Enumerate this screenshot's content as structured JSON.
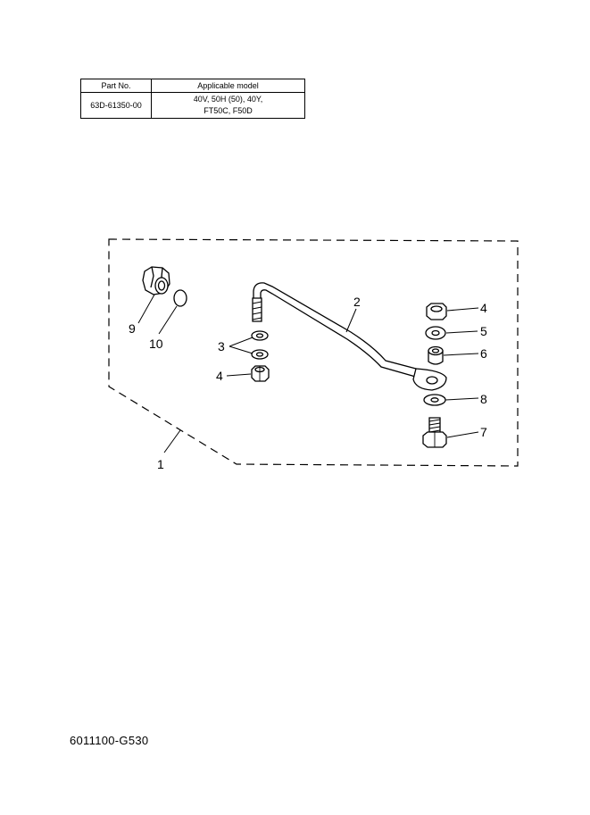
{
  "table": {
    "header_part_no": "Part No.",
    "header_model": "Applicable model",
    "rows": [
      {
        "part_no": "63D-61350-00",
        "model_line_1": "40V, 50H (50), 40Y,",
        "model_line_2": "FT50C, F50D"
      }
    ]
  },
  "callouts": {
    "c1": "1",
    "c2": "2",
    "c3": "3",
    "c4a": "4",
    "c4b": "4",
    "c5": "5",
    "c6": "6",
    "c7": "7",
    "c8": "8",
    "c9": "9",
    "c10": "10"
  },
  "footer": {
    "code": "6011100-G530"
  }
}
